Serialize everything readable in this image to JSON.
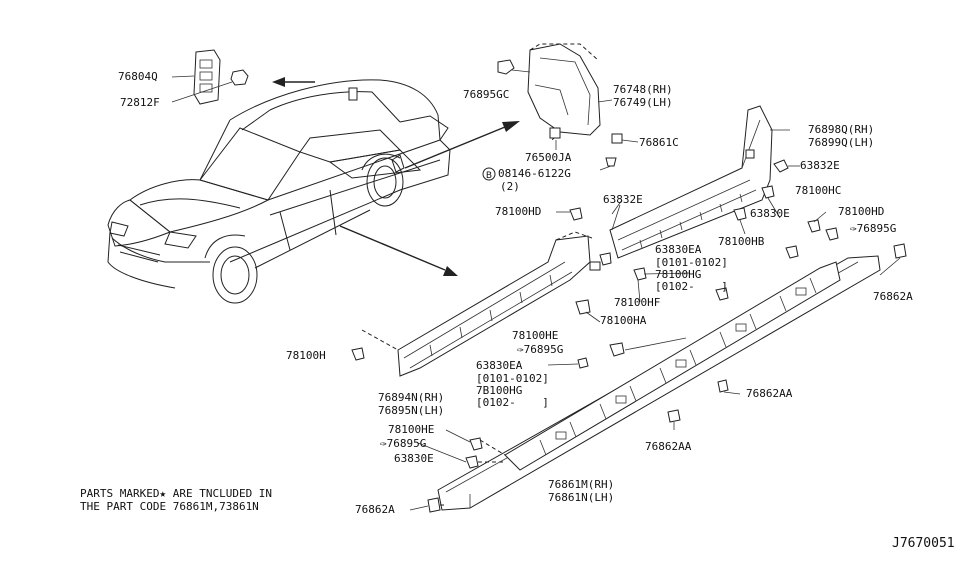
{
  "labels": {
    "p76804Q": "76804Q",
    "p72812F": "72812F",
    "p76895GC": "76895GC",
    "p76748": "76748(RH)",
    "p76749": "76749(LH)",
    "p76861C": "76861C",
    "p76500JA": "76500JA",
    "p08146": "08146-6122G",
    "p08146_qty": "(2)",
    "p76898Q": "76898Q(RH)",
    "p76899Q": "76899Q(LH)",
    "p63832E_r": "63832E",
    "p78100HC": "78100HC",
    "p63832E_m": "63832E",
    "p78100HD_l": "78100HD",
    "p63830E_r": "63830E",
    "p78100HD_r": "78100HD",
    "p78100HB": "78100HB",
    "p76895G_r": "✑76895G",
    "p63830EA_1": "63830EA",
    "p63830EA_1_range": "[0101-0102]",
    "p78100HG_1": "78100HG",
    "p78100HG_1_range": "[0102-    ]",
    "p76862A_r": "76862A",
    "p78100HF": "78100HF",
    "p78100HA": "78100HA",
    "p78100HE_m": "78100HE",
    "p76895G_m": "✑76895G",
    "p78100H": "78100H",
    "p63830EA_2": "63830EA",
    "p63830EA_2_range": "[0101-0102]",
    "p78100HG_2": "7B100HG",
    "p78100HG_2_range": "[0102-    ]",
    "p76862AA_r": "76862AA",
    "p76894N": "76894N(RH)",
    "p76895N": "76895N(LH)",
    "p76862AA_m": "76862AA",
    "p78100HE_l": "78100HE",
    "p76895G_l": "✑76895G",
    "p63830E_l": "63830E",
    "p76861M": "76861M(RH)",
    "p76861N": "76861N(LH)",
    "p76862A_l": "76862A"
  },
  "footnote": {
    "line1": "PARTS MARKED★ ARE TNCLUDED IN",
    "line2": "THE PART CODE 76861M,73861N"
  },
  "diagram_code": "J7670051",
  "circled_b_symbol": "B"
}
